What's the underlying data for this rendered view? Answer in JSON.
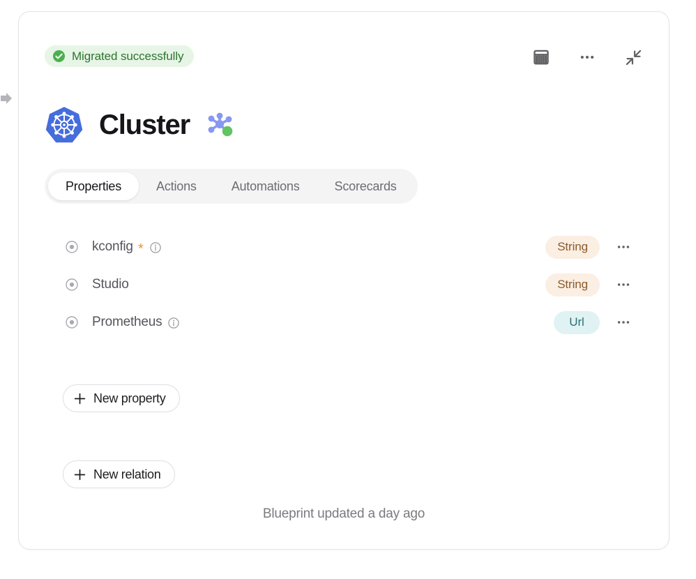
{
  "status": {
    "label": "Migrated successfully",
    "icon": "check-circle-icon",
    "bg_color": "#e7f5e6",
    "text_color": "#2e7430",
    "icon_color": "#4caf50"
  },
  "header_actions": [
    {
      "name": "table-view-icon",
      "tooltip": "Table view"
    },
    {
      "name": "more-options-icon",
      "tooltip": "More options"
    },
    {
      "name": "collapse-icon",
      "tooltip": "Collapse"
    }
  ],
  "title": {
    "text": "Cluster",
    "logo": "kubernetes-logo",
    "logo_color": "#456ddb",
    "graph_icon": "node-graph-icon",
    "graph_color": "#8897f0",
    "graph_accent_color": "#62c462"
  },
  "tabs": [
    {
      "label": "Properties",
      "active": true
    },
    {
      "label": "Actions",
      "active": false
    },
    {
      "label": "Automations",
      "active": false
    },
    {
      "label": "Scorecards",
      "active": false
    }
  ],
  "properties": [
    {
      "name": "kconfig",
      "type": "String",
      "required": true,
      "required_marker": "*",
      "has_info": true,
      "icon": "property-dot-icon",
      "menu_icon": "row-more-icon"
    },
    {
      "name": "Studio",
      "type": "String",
      "required": false,
      "required_marker": "",
      "has_info": false,
      "icon": "property-dot-icon",
      "menu_icon": "row-more-icon"
    },
    {
      "name": "Prometheus",
      "type": "Url",
      "required": false,
      "required_marker": "",
      "has_info": true,
      "icon": "property-dot-icon",
      "menu_icon": "row-more-icon"
    }
  ],
  "buttons": {
    "new_property": "New property",
    "new_relation": "New relation"
  },
  "footer": {
    "note": "Blueprint updated a day ago"
  },
  "badge_colors": {
    "String_bg": "#fbeee2",
    "String_text": "#8a5a2b",
    "Url_bg": "#e0f2f3",
    "Url_text": "#2b7076"
  }
}
